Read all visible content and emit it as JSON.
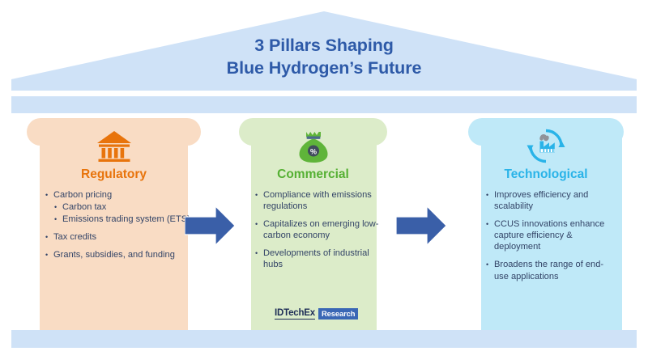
{
  "header": {
    "title_line1": "3 Pillars Shaping",
    "title_line2": "Blue Hydrogen’s Future",
    "title_color": "#2e5aa8",
    "roof_color": "#cfe2f7"
  },
  "pillars": [
    {
      "id": "regulatory",
      "label": "Regulatory",
      "icon": "bank-building-icon",
      "accent_color": "#e8740c",
      "panel_color": "#f9dcc4",
      "bullets": [
        {
          "text": "Carbon pricing",
          "sub": [
            "Carbon tax",
            "Emissions trading system (ETS)"
          ]
        },
        {
          "text": "Tax credits",
          "sub": []
        },
        {
          "text": "Grants, subsidies, and funding",
          "sub": []
        }
      ]
    },
    {
      "id": "commercial",
      "label": "Commercial",
      "icon": "money-bag-icon",
      "accent_color": "#55b033",
      "panel_color": "#dcecc9",
      "bullets": [
        {
          "text": "Compliance with emissions regulations",
          "sub": []
        },
        {
          "text": "Capitalizes on emerging low-carbon economy",
          "sub": []
        },
        {
          "text": "Developments of industrial hubs",
          "sub": []
        }
      ]
    },
    {
      "id": "technological",
      "label": "Technological",
      "icon": "factory-recycle-icon",
      "accent_color": "#29b3e8",
      "panel_color": "#bfe9f8",
      "bullets": [
        {
          "text": "Improves efficiency and scalability",
          "sub": []
        },
        {
          "text": "CCUS innovations enhance capture efficiency & deployment",
          "sub": []
        },
        {
          "text": "Broadens the range of end-use applications",
          "sub": []
        }
      ]
    }
  ],
  "arrows": [
    {
      "name": "arrow-regulatory-to-commercial",
      "direction": "right",
      "color": "#3a5fa8"
    },
    {
      "name": "arrow-commercial-to-technological",
      "direction": "right",
      "color": "#3a5fa8"
    }
  ],
  "logo": {
    "word": "IDTechEx",
    "tag": "Research",
    "word_color": "#1d2c56",
    "tag_bg": "#3a67b5"
  }
}
